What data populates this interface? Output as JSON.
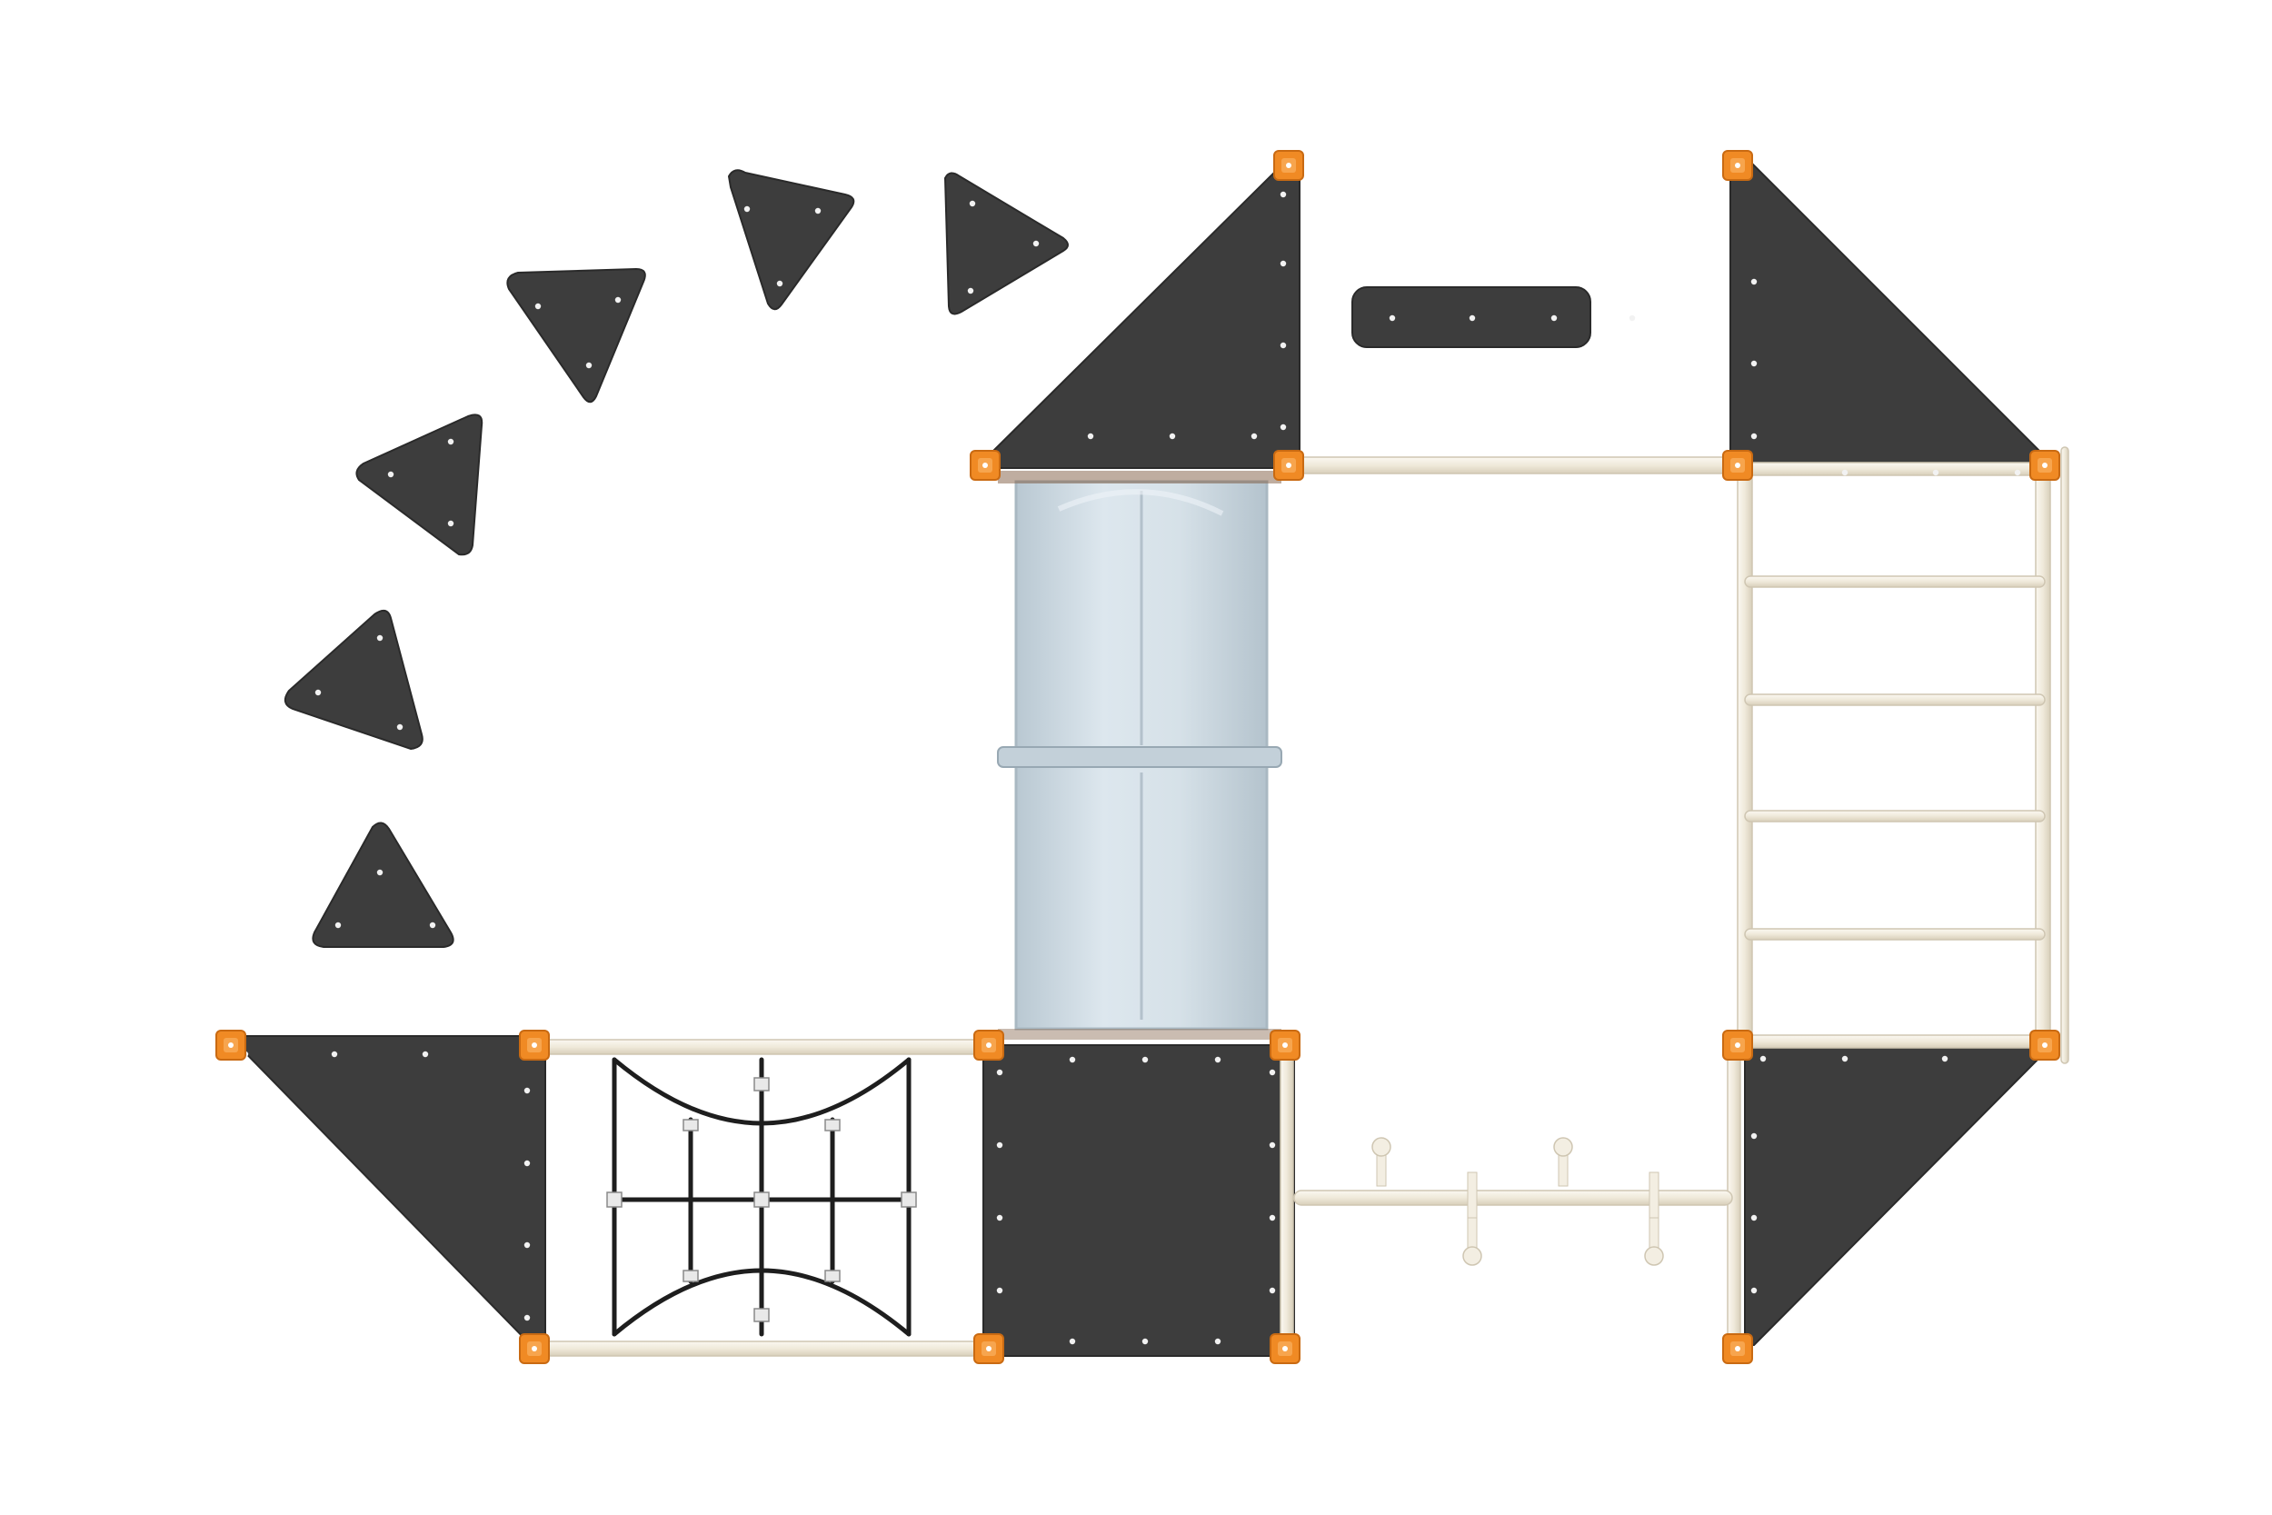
{
  "diagram": {
    "view": "top-down plan",
    "colors": {
      "background": "#ffffff",
      "panel": "#3d3d3d",
      "panel_edge": "#2a2a2a",
      "bolt": "#f2f2f2",
      "clamp": "#f08a24",
      "clamp_dark": "#c96a12",
      "tube": "#f3eee2",
      "tube_edge": "#cfc6b2",
      "slide": "#cfdbe3",
      "slide_edge": "#a9b8c2",
      "rope": "#1e1e1e"
    },
    "components": [
      {
        "kind": "climbing-holds",
        "count": 6
      },
      {
        "kind": "roof-triangle",
        "count": 4
      },
      {
        "kind": "square-deck",
        "count": 1
      },
      {
        "kind": "hand-plate",
        "count": 1
      },
      {
        "kind": "tube-slide",
        "sections": 2
      },
      {
        "kind": "rope-net-bridge",
        "count": 1
      },
      {
        "kind": "ladder",
        "rungs": 5
      },
      {
        "kind": "overhead-bar",
        "count": 1
      },
      {
        "kind": "peg-balance-beam",
        "pegs": 6
      }
    ]
  }
}
